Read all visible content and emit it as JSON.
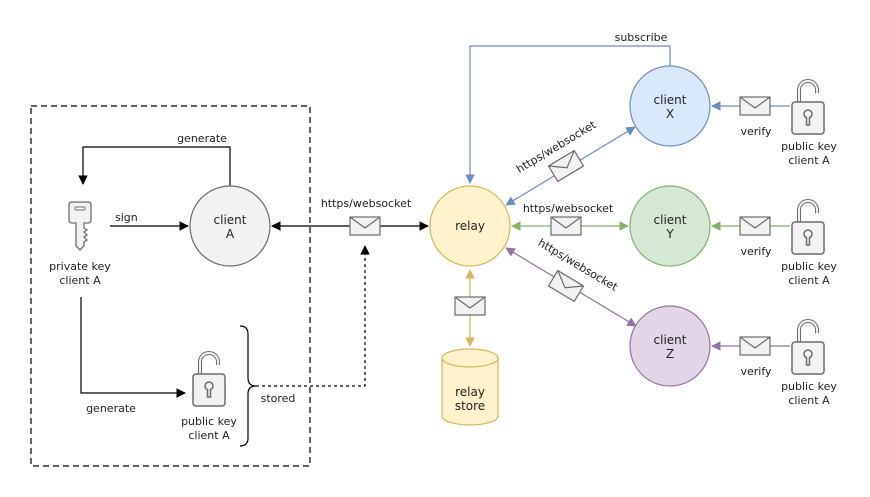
{
  "nodes": {
    "client_a": {
      "line1": "client",
      "line2": "A",
      "fill": "#f2f2f2",
      "stroke": "#6b6b6b"
    },
    "relay": {
      "label": "relay",
      "fill": "#fff2cc",
      "stroke": "#d6b656"
    },
    "relay_store": {
      "line1": "relay",
      "line2": "store",
      "fill": "#fff2cc",
      "stroke": "#d6b656"
    },
    "client_x": {
      "line1": "client",
      "line2": "X",
      "fill": "#dae8fc",
      "stroke": "#6c8ebf"
    },
    "client_y": {
      "line1": "client",
      "line2": "Y",
      "fill": "#d5e8d4",
      "stroke": "#82b366"
    },
    "client_z": {
      "line1": "client",
      "line2": "Z",
      "fill": "#e1d5e7",
      "stroke": "#9673a6"
    }
  },
  "labels": {
    "generate_top": "generate",
    "generate_bottom": "generate",
    "sign": "sign",
    "private_key_line1": "private key",
    "private_key_line2": "client A",
    "public_key_a_line1": "public key",
    "public_key_a_line2": "client A",
    "stored": "stored",
    "https_a": "https/websocket",
    "https_x": "https/websocket",
    "https_y": "https/websocket",
    "https_z": "https/websocket",
    "subscribe": "subscribe",
    "verify_x": "verify",
    "verify_y": "verify",
    "verify_z": "verify",
    "pubkey_x_line1": "public key",
    "pubkey_x_line2": "client A",
    "pubkey_y_line1": "public key",
    "pubkey_y_line2": "client A",
    "pubkey_z_line1": "public key",
    "pubkey_z_line2": "client A"
  },
  "colors": {
    "edge_black": "#000000",
    "edge_blue": "#6c8ebf",
    "edge_green": "#82b366",
    "edge_purple": "#9673a6",
    "edge_yellow": "#d6b656",
    "icon_gray": "#6b6b6b",
    "icon_fill": "#f2f2f2"
  },
  "icons": {
    "key": "key-icon",
    "lock": "padlock-icon",
    "message": "envelope-icon"
  }
}
